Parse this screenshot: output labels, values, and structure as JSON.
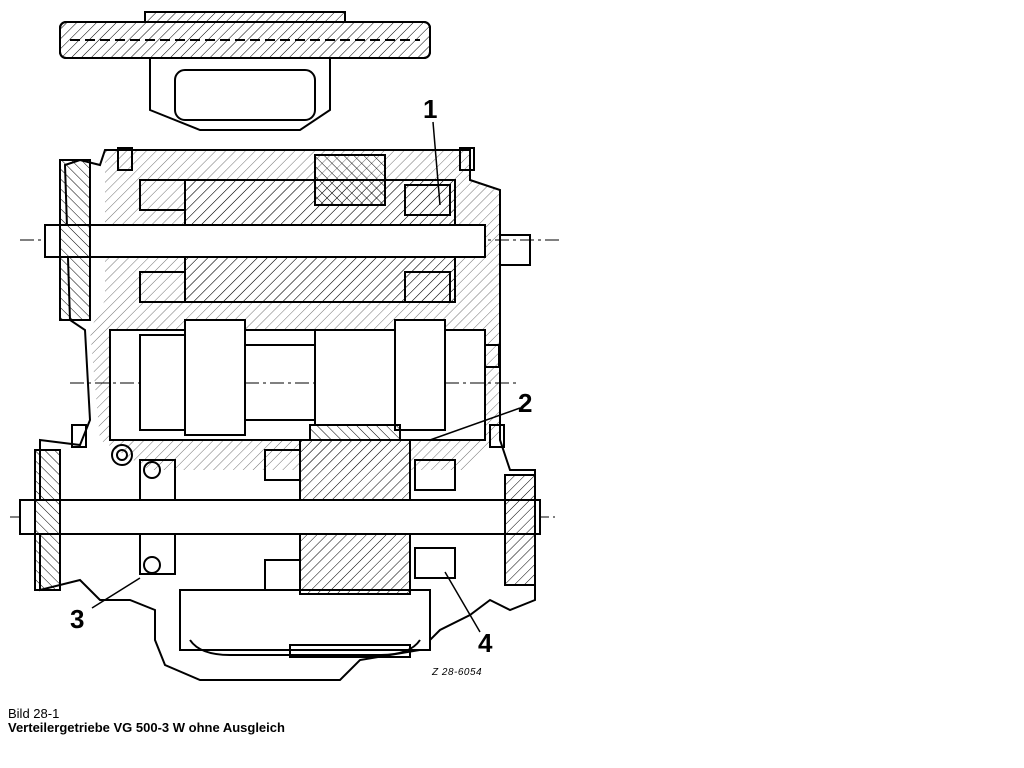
{
  "figure": {
    "callouts": [
      "1",
      "2",
      "3",
      "4"
    ],
    "drawing_code": "Z 28-6054",
    "caption_number": "Bild 28-1",
    "caption_title": "Verteilergetriebe VG 500-3 W ohne Ausgleich"
  }
}
